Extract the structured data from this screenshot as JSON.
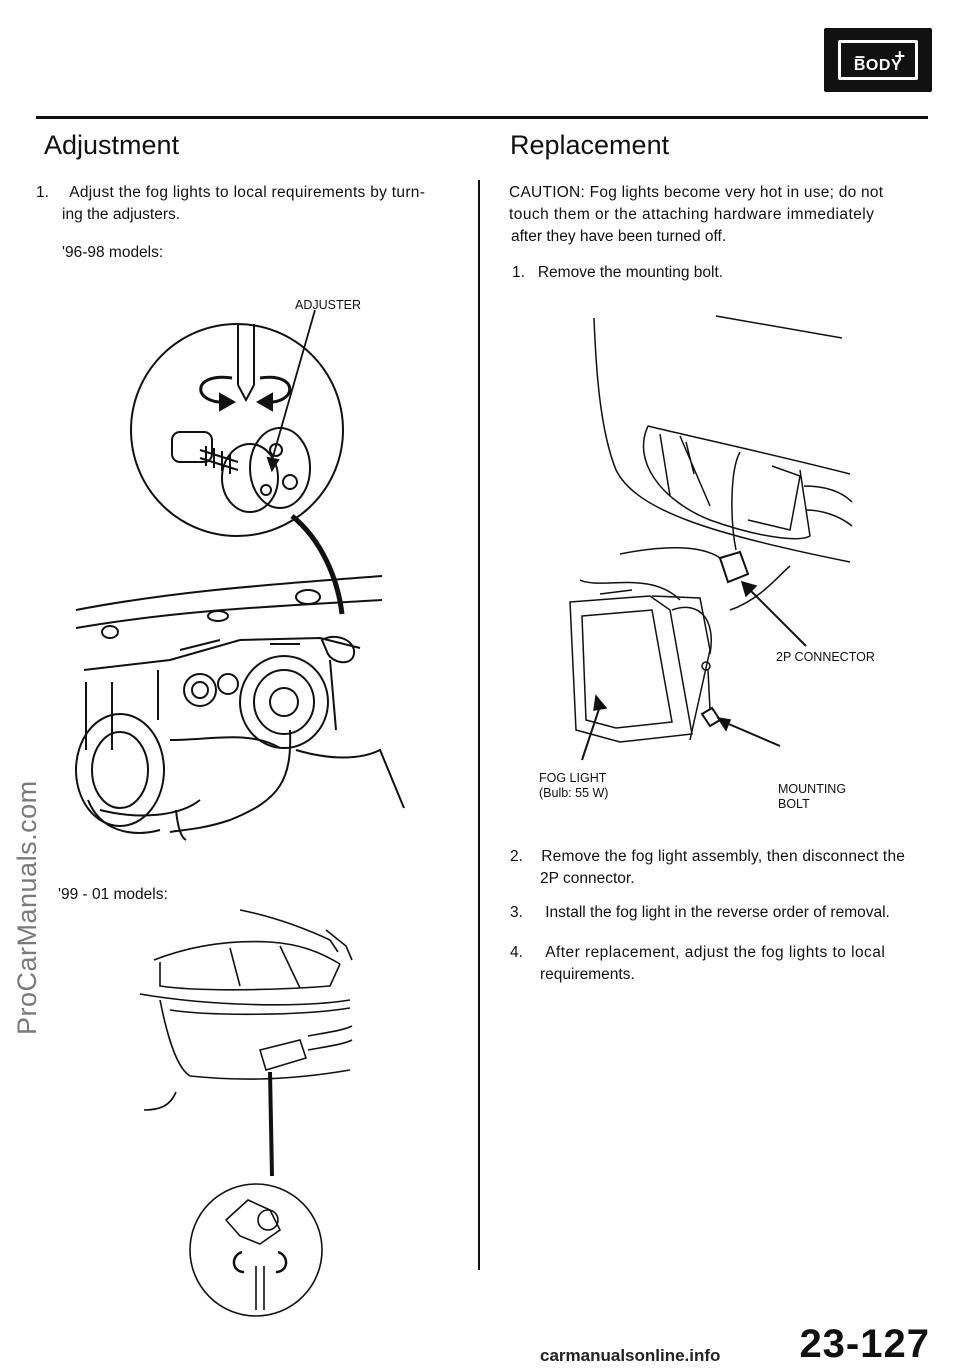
{
  "watermark": "ProCarManuals.com",
  "badge": {
    "minus": "–",
    "plus": "+",
    "label": "BODY"
  },
  "adjustment": {
    "title": "Adjustment",
    "step1_num": "1.",
    "step1_line1": "Adjust the fog lights to local requirements by turn-",
    "step1_line2": "ing the adjusters.",
    "models_96_98": "'96-98 models:",
    "adjuster_label": "ADJUSTER",
    "models_99_01": "'99 - 01 models:"
  },
  "replacement": {
    "title": "Replacement",
    "caution_line1": "CAUTION: Fog lights become very hot in use; do not",
    "caution_line2": "touch them or the attaching hardware immediately",
    "caution_line3": "after they have been turned off.",
    "step1": "1.   Remove the mounting bolt.",
    "connector_label": "2P CONNECTOR",
    "fog_light_label_1": "FOG LIGHT",
    "fog_light_label_2": "(Bulb: 55 W)",
    "mounting_bolt_label_1": "MOUNTING",
    "mounting_bolt_label_2": "BOLT",
    "step2_num": "2.",
    "step2_line1": "Remove the fog light assembly, then disconnect the",
    "step2_line2": "2P connector.",
    "step3_num": "3.",
    "step3_text": "Install the fog light in the reverse order of removal.",
    "step4_num": "4.",
    "step4_line1": "After replacement, adjust the fog lights to local",
    "step4_line2": "requirements."
  },
  "page_number": "23-127",
  "footer": "carmanualsonline.info"
}
